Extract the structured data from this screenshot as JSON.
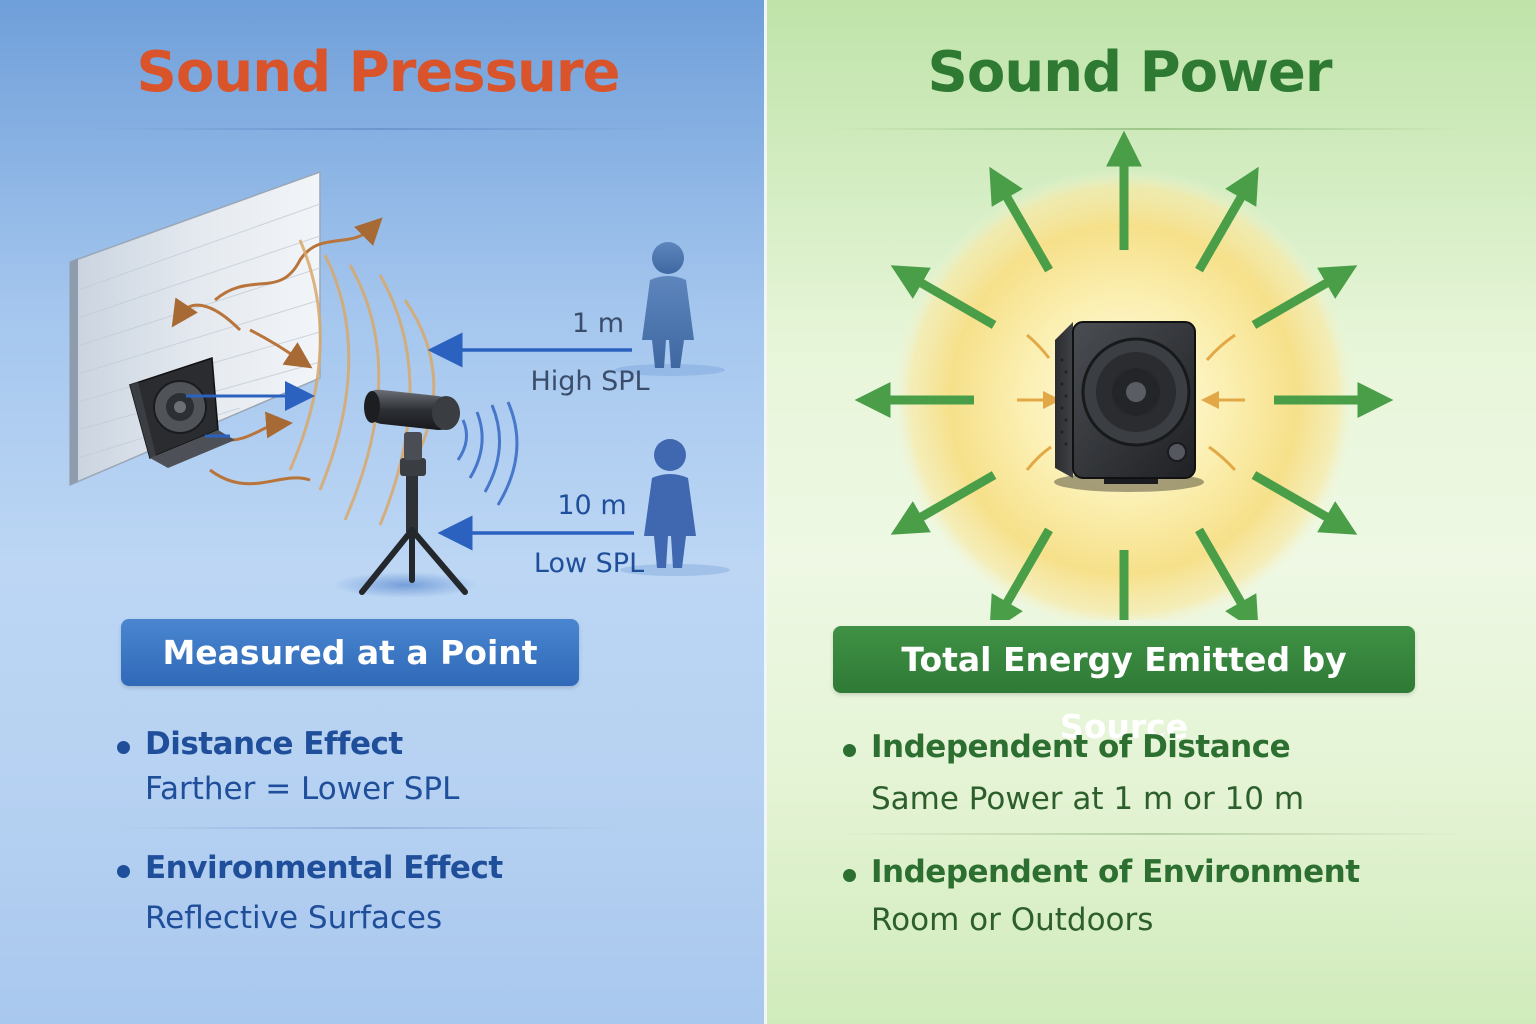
{
  "left": {
    "title": "Sound Pressure",
    "near_distance": "1 m",
    "near_level": "High SPL",
    "far_distance": "10 m",
    "far_level": "Low SPL",
    "badge": "Measured at a Point",
    "bullets": [
      {
        "head": "Distance Effect",
        "sub": "Farther = Lower SPL"
      },
      {
        "head": "Environmental Effect",
        "sub": "Reflective Surfaces"
      }
    ]
  },
  "right": {
    "title": "Sound Power",
    "badge": "Total Energy Emitted by Source",
    "bullets": [
      {
        "head": "Independent of Distance",
        "sub": "Same Power at 1 m or 10 m"
      },
      {
        "head": "Independent of Environment",
        "sub": "Room or Outdoors"
      }
    ]
  },
  "colors": {
    "pressure_title": "#d9532b",
    "power_title": "#2e7a33",
    "pressure_accent": "#2f69b8",
    "power_accent": "#2f7a36",
    "arrow_green": "#4a9e48",
    "reflection_orange": "#b8743a"
  },
  "icons": [
    "wall-icon",
    "speaker-icon",
    "microphone-icon",
    "tripod-icon",
    "person-icon",
    "radiating-arrow-icon"
  ]
}
